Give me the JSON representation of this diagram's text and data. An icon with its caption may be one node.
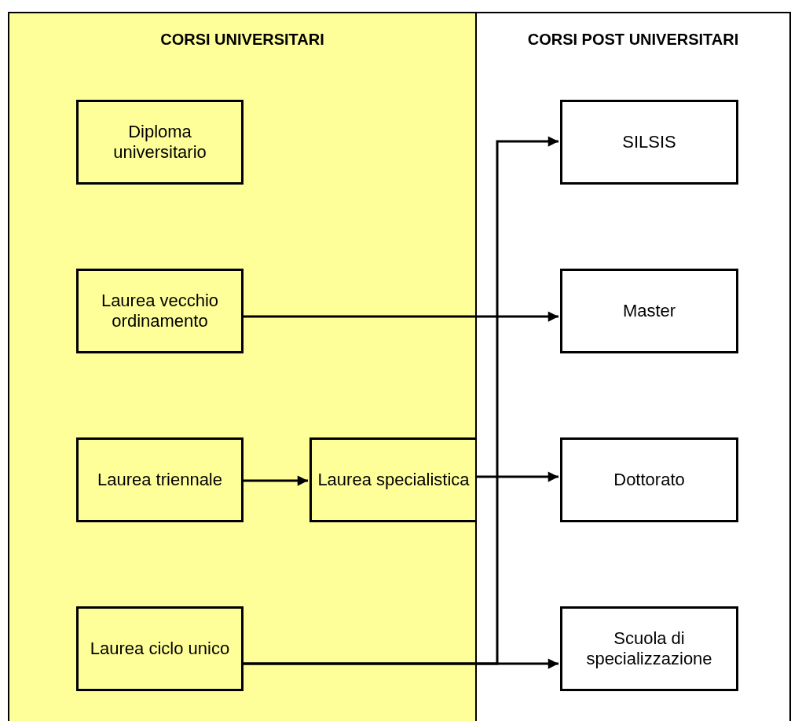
{
  "diagram": {
    "nodes": [
      {
        "text": [
          "CORSI UNIVERSITARI"
        ]
      },
      {
        "text": [
          "CORSI POST UNIVERSITARI"
        ]
      },
      {
        "text": [
          "Diploma universitario"
        ],
        "in": 0
      },
      {
        "text": [
          "Laurea vecchio ordinamento"
        ],
        "in": 0
      },
      {
        "text": [
          "Laurea triennale"
        ],
        "in": 0
      },
      {
        "text": [
          "Laurea specialistica"
        ],
        "in": 0
      },
      {
        "text": [
          "Laurea ciclo unico"
        ],
        "in": 0
      },
      {
        "text": [
          "SILSIS"
        ],
        "in": 1
      },
      {
        "text": [
          "Master"
        ],
        "in": 1
      },
      {
        "text": [
          "Dottorato"
        ],
        "in": 1
      },
      {
        "text": [
          "Scuola di specializzazione"
        ],
        "in": 1
      }
    ],
    "edges": [
      {
        "from": 3,
        "to": 8,
        "arrow": "to"
      },
      {
        "from": 4,
        "to": 5,
        "arrow": "to"
      },
      {
        "from": 5,
        "to": 9,
        "arrow": "to"
      },
      {
        "from": 6,
        "to": 10,
        "arrow": "to"
      },
      {
        "from": 6,
        "to": 7,
        "arrow": "to"
      }
    ]
  }
}
